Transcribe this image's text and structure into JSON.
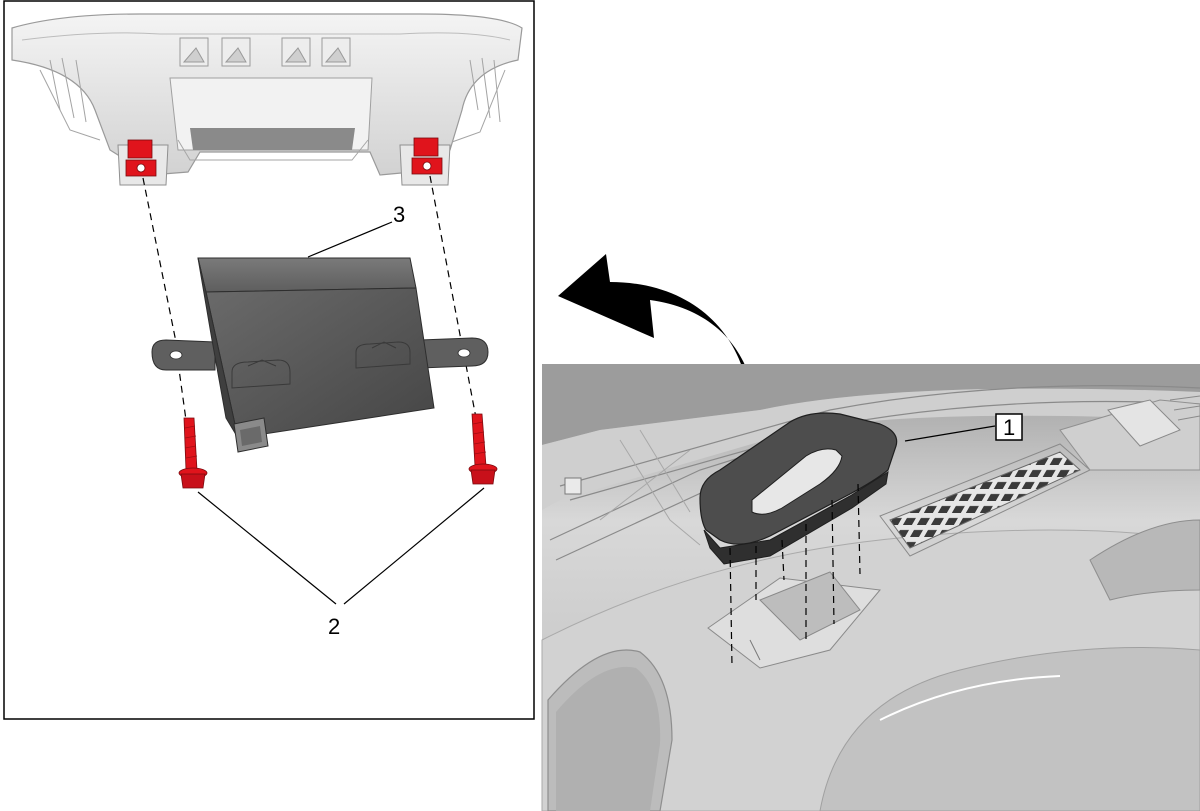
{
  "callouts": {
    "one": "1",
    "two": "2",
    "three": "3"
  },
  "colors": {
    "fastener": "#e0141c",
    "module": "#5f5f5f",
    "trim": "#4b4b4b",
    "panel": "#c9c9c9"
  },
  "icons": [
    "removal-arrow-icon"
  ]
}
